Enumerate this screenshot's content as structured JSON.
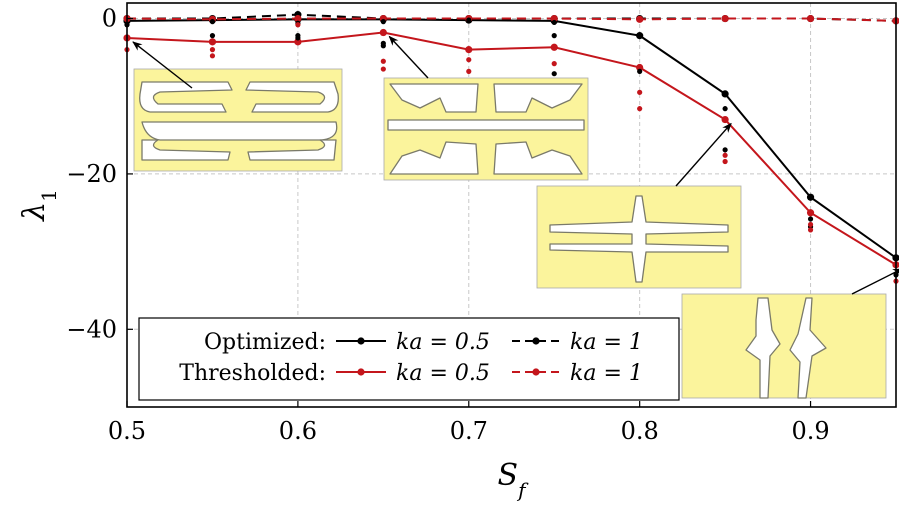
{
  "chart_data": {
    "type": "line",
    "xlabel": "S_f",
    "ylabel": "λ_1",
    "xlim": [
      0.5,
      0.95
    ],
    "ylim": [
      -50,
      2
    ],
    "xticks": [
      0.5,
      0.6,
      0.7,
      0.8,
      0.9
    ],
    "xtick_labels": [
      "0.5",
      "0.6",
      "0.7",
      "0.8",
      "0.9"
    ],
    "yticks": [
      0,
      -20,
      -40
    ],
    "ytick_labels": [
      "0",
      "−20",
      "−40"
    ],
    "grid": true,
    "legend_placement": "bottom-left",
    "legend": {
      "row_labels": [
        "Optimized:",
        "Thresholded:"
      ],
      "entries": [
        "ka = 0.5",
        "ka = 1"
      ]
    },
    "colors": {
      "optimized": "#000000",
      "thresholded": "#c4161c",
      "grid": "#c8c8c8",
      "inset_fill": "#fbf49c"
    },
    "x": [
      0.5,
      0.55,
      0.6,
      0.65,
      0.7,
      0.75,
      0.8,
      0.85,
      0.9,
      0.95
    ],
    "series": [
      {
        "group": "Optimized",
        "ka": "0.5",
        "color": "#000000",
        "dash": false,
        "values": [
          -0.3,
          -0.2,
          -0.1,
          -0.1,
          -0.2,
          -0.3,
          -2.2,
          -9.7,
          -23,
          -30.8
        ]
      },
      {
        "group": "Optimized",
        "ka": "1",
        "color": "#000000",
        "dash": true,
        "values": [
          0,
          0,
          0.5,
          0,
          0,
          0,
          0,
          0,
          0,
          -0.3
        ]
      },
      {
        "group": "Thresholded",
        "ka": "0.5",
        "color": "#c4161c",
        "dash": false,
        "values": [
          -2.5,
          -3,
          -3,
          -1.8,
          -4,
          -3.7,
          -6.3,
          -13,
          -25,
          -31.7
        ]
      },
      {
        "group": "Thresholded",
        "ka": "1",
        "color": "#c4161c",
        "dash": true,
        "values": [
          0,
          -0.1,
          0,
          0,
          0,
          0,
          -0.1,
          0,
          0,
          -0.3
        ]
      }
    ],
    "scatter_points": {
      "black": [
        [
          0.5,
          -0.8
        ],
        [
          0.55,
          -0.4
        ],
        [
          0.55,
          -2.2
        ],
        [
          0.6,
          -0.6
        ],
        [
          0.6,
          -2.2
        ],
        [
          0.6,
          -2.5
        ],
        [
          0.65,
          -0.4
        ],
        [
          0.65,
          -3.2
        ],
        [
          0.65,
          -3.5
        ],
        [
          0.7,
          -0.2
        ],
        [
          0.75,
          -0.5
        ],
        [
          0.75,
          -2.2
        ],
        [
          0.75,
          -7.1
        ],
        [
          0.8,
          -6.8
        ],
        [
          0.85,
          -11.6
        ],
        [
          0.85,
          -16.9
        ],
        [
          0.9,
          -25.8
        ],
        [
          0.9,
          -26.8
        ],
        [
          0.95,
          -33.0
        ]
      ],
      "red": [
        [
          0.5,
          -4.0
        ],
        [
          0.55,
          -4.0
        ],
        [
          0.55,
          -4.8
        ],
        [
          0.6,
          -0.8
        ],
        [
          0.65,
          -5.5
        ],
        [
          0.65,
          -6.5
        ],
        [
          0.7,
          -5.3
        ],
        [
          0.7,
          -6.8
        ],
        [
          0.75,
          -5.8
        ],
        [
          0.8,
          -9.5
        ],
        [
          0.8,
          -11.6
        ],
        [
          0.85,
          -17.6
        ],
        [
          0.85,
          -18.4
        ],
        [
          0.9,
          -26.5
        ],
        [
          0.9,
          -27.2
        ],
        [
          0.95,
          -33.8
        ]
      ]
    }
  }
}
